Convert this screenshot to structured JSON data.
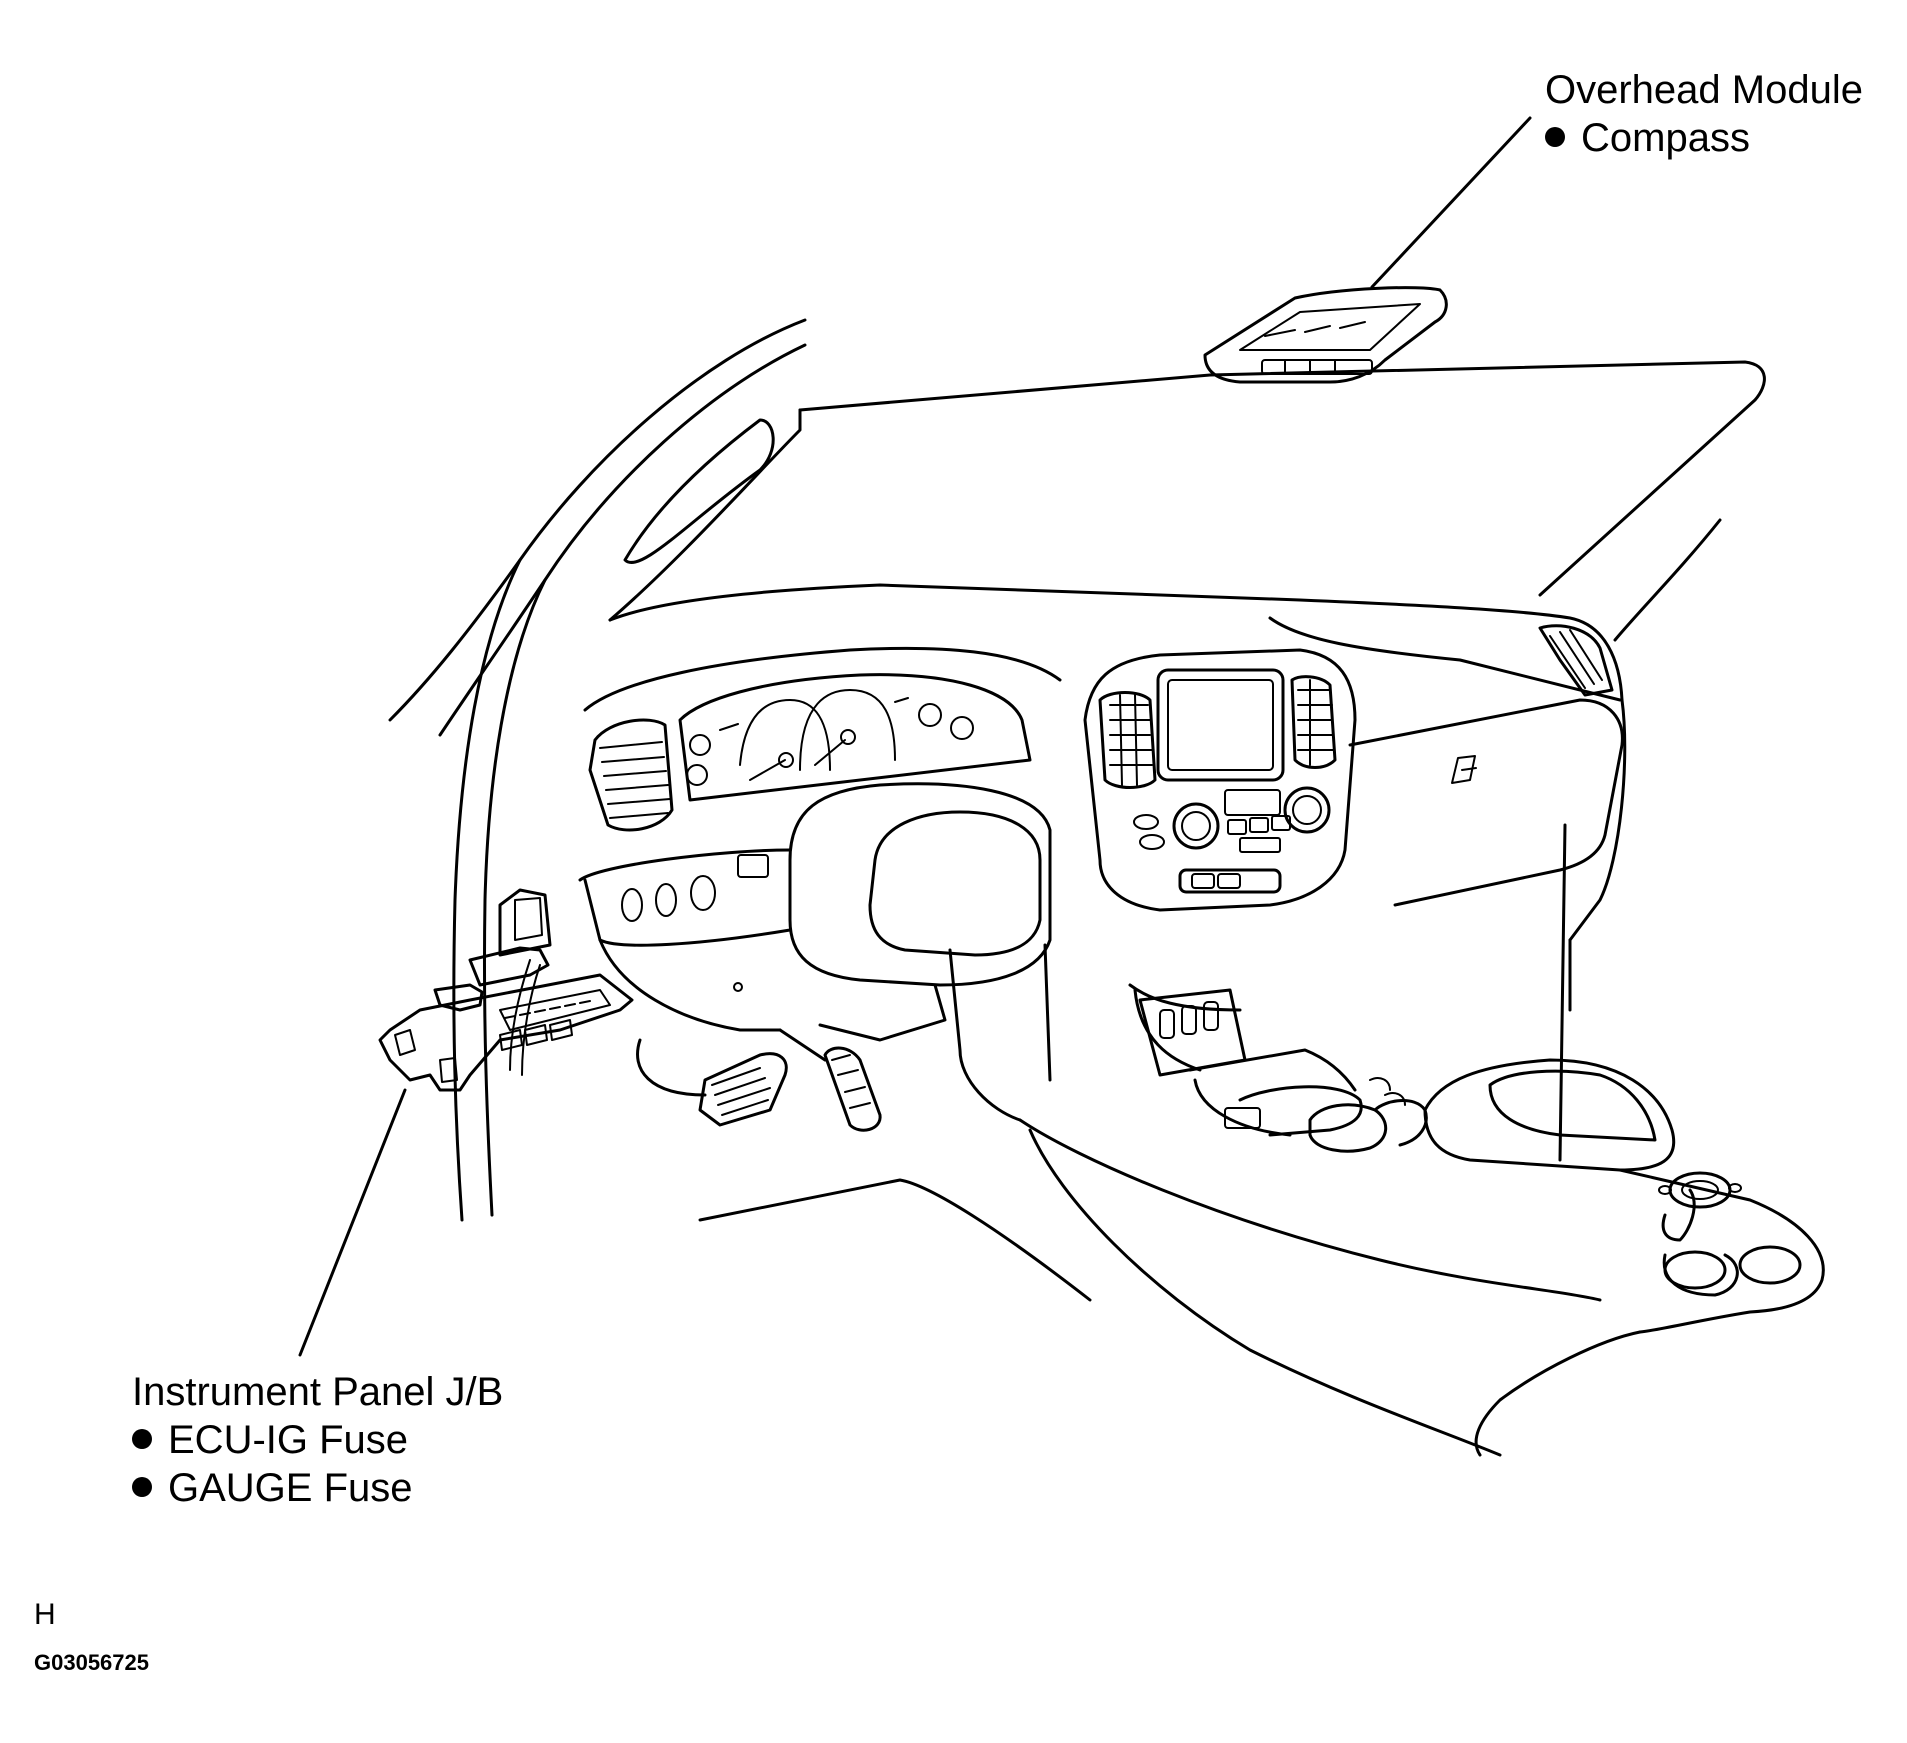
{
  "callouts": {
    "overhead_module": {
      "title": "Overhead Module",
      "items": [
        "Compass"
      ]
    },
    "instrument_panel_jb": {
      "title": "Instrument Panel J/B",
      "items": [
        "ECU-IG Fuse",
        "GAUGE Fuse"
      ]
    }
  },
  "footer": {
    "view_code": "H",
    "figure_id": "G03056725"
  }
}
